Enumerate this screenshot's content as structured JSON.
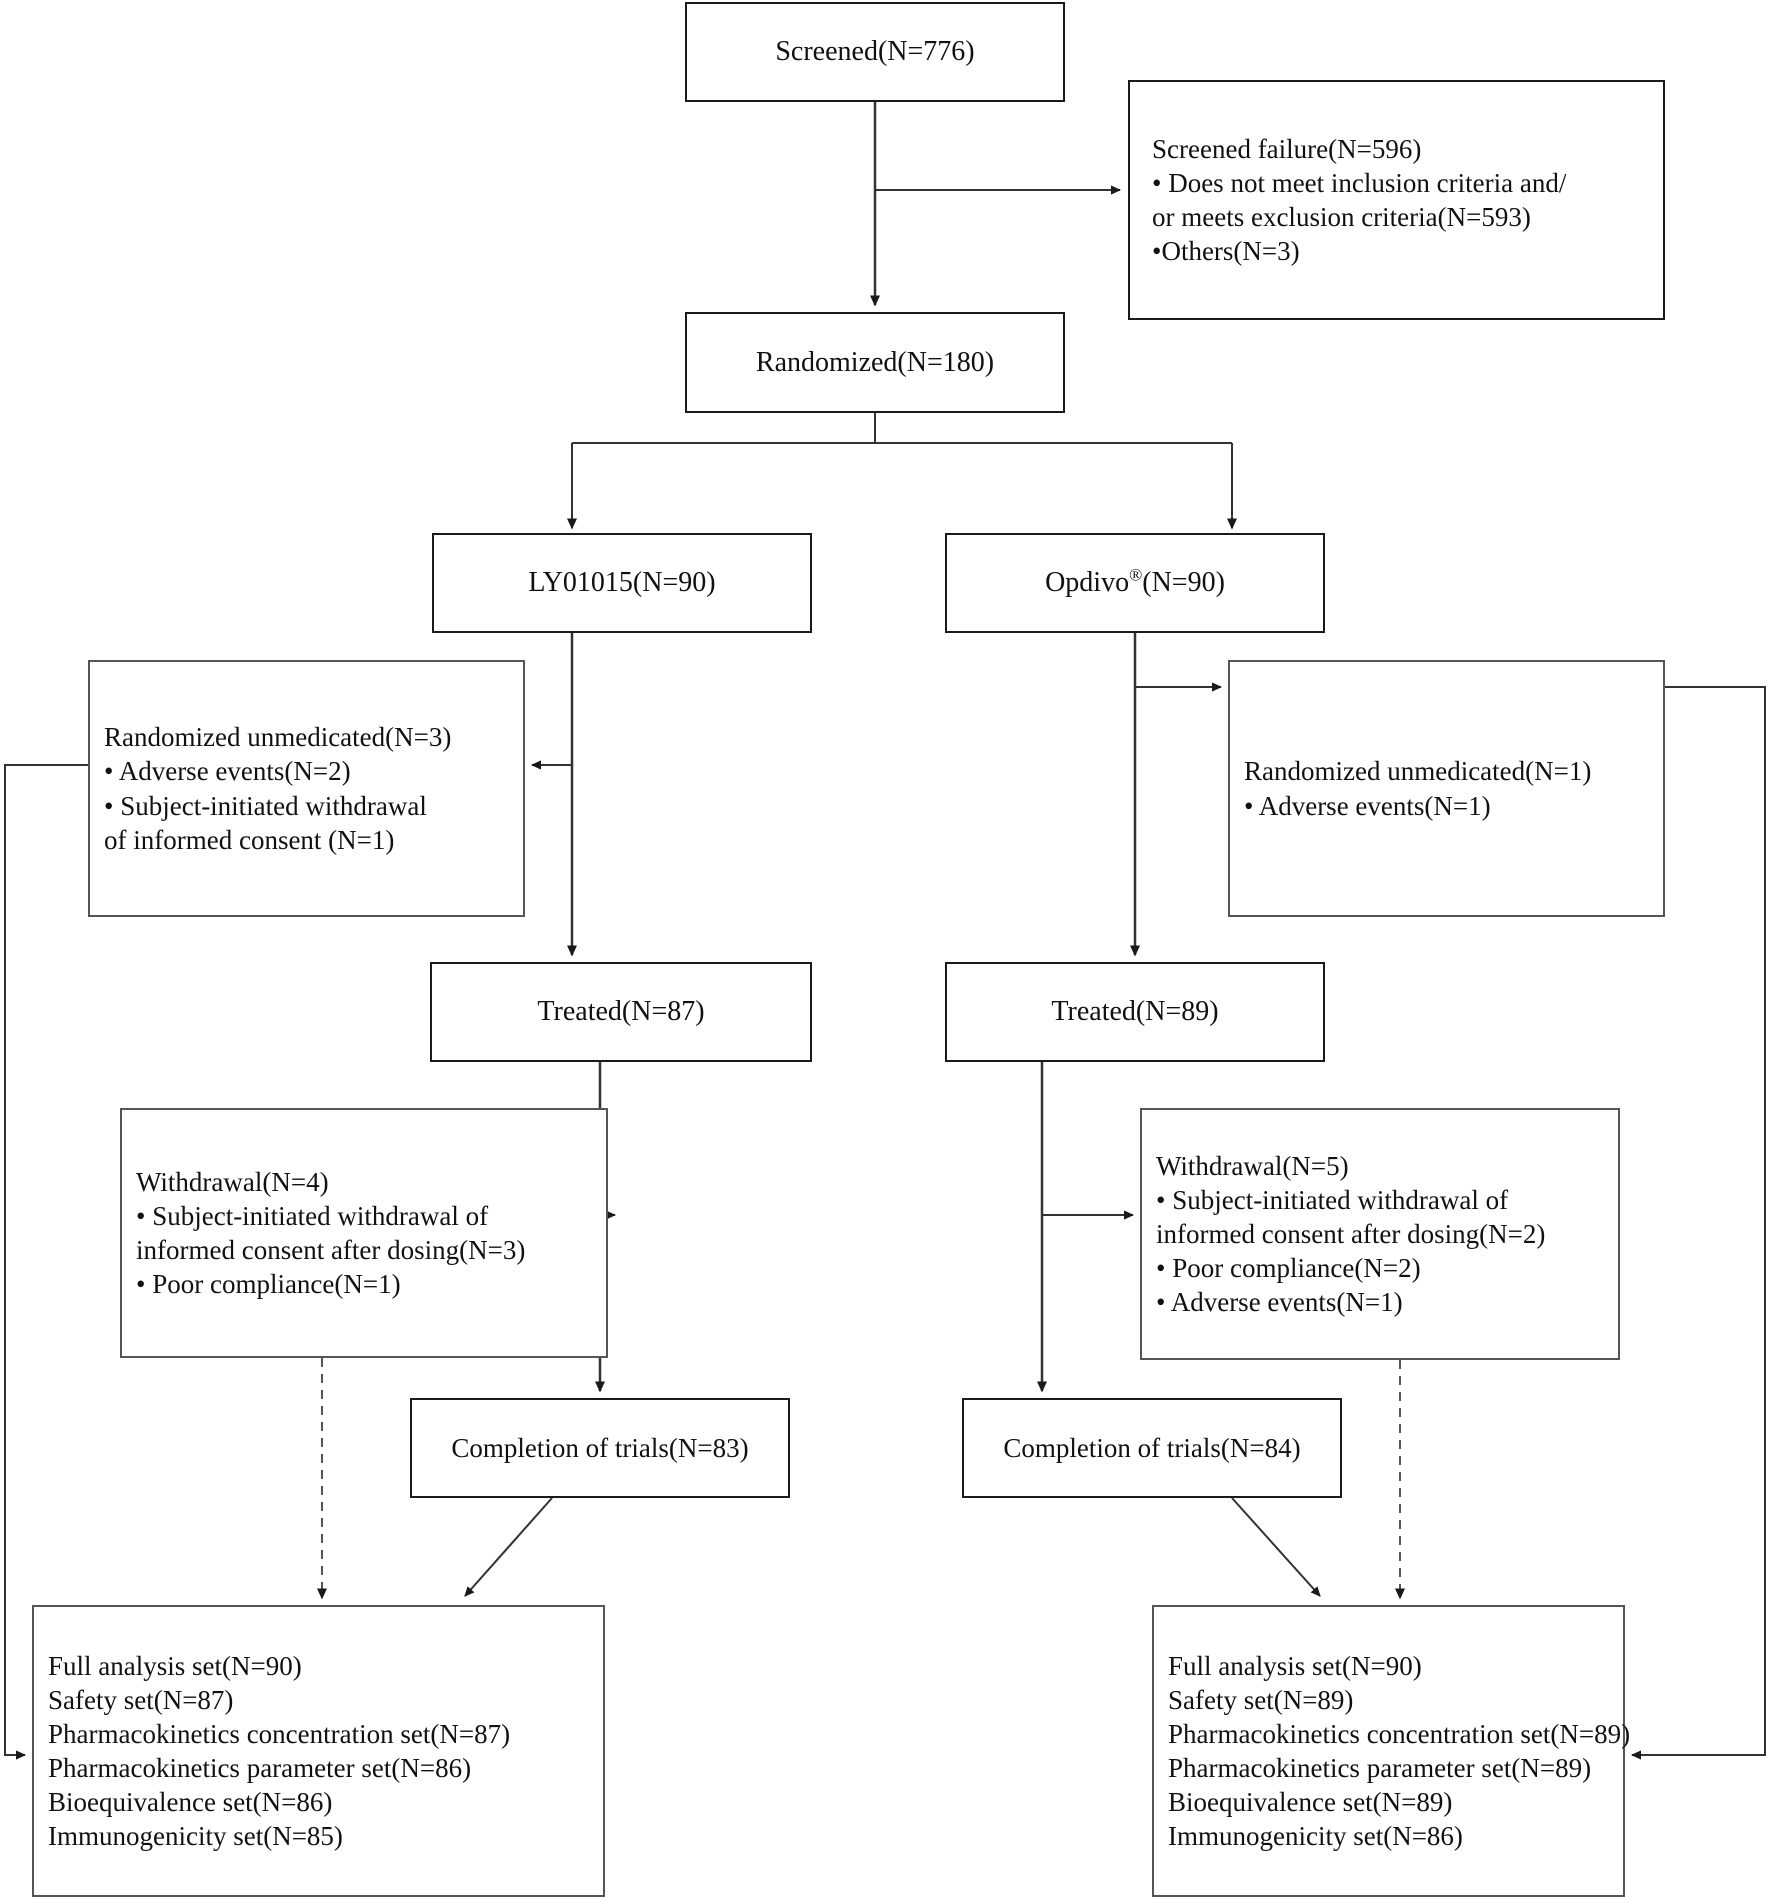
{
  "diagram": {
    "type": "clinical-trial-consort-flow",
    "title": "",
    "nodes": {
      "screened": {
        "label": "Screened(N=776)",
        "n": 776
      },
      "screen_failure": {
        "heading": "Screened failure(N=596)",
        "n": 596,
        "items": [
          "• Does not meet inclusion criteria and/",
          "or meets exclusion criteria(N=593)",
          "•Others(N=3)"
        ]
      },
      "randomized": {
        "label": "Randomized(N=180)",
        "n": 180
      },
      "arm_left": {
        "label": "LY01015(N=90)",
        "n": 90
      },
      "arm_right": {
        "label_pre": "Opdivo",
        "label_sup": "®",
        "label_post": "(N=90)",
        "n": 90
      },
      "unmedicated_left": {
        "heading": "Randomized unmedicated(N=3)",
        "n": 3,
        "items": [
          "• Adverse events(N=2)",
          "• Subject-initiated withdrawal",
          " of informed consent (N=1)"
        ]
      },
      "unmedicated_right": {
        "heading": "Randomized unmedicated(N=1)",
        "n": 1,
        "items": [
          "• Adverse events(N=1)"
        ]
      },
      "treated_left": {
        "label": "Treated(N=87)",
        "n": 87
      },
      "treated_right": {
        "label": "Treated(N=89)",
        "n": 89
      },
      "withdrawal_left": {
        "heading": "Withdrawal(N=4)",
        "n": 4,
        "items": [
          "• Subject-initiated withdrawal of",
          "informed consent after dosing(N=3)",
          "• Poor compliance(N=1)"
        ]
      },
      "withdrawal_right": {
        "heading": "Withdrawal(N=5)",
        "n": 5,
        "items": [
          "• Subject-initiated withdrawal of",
          "informed consent after dosing(N=2)",
          "• Poor compliance(N=2)",
          "• Adverse events(N=1)"
        ]
      },
      "completion_left": {
        "label": "Completion of trials(N=83)",
        "n": 83
      },
      "completion_right": {
        "label": "Completion of trials(N=84)",
        "n": 84
      },
      "analysis_left": {
        "items": [
          "Full analysis set(N=90)",
          "Safety set(N=87)",
          "Pharmacokinetics concentration set(N=87)",
          "Pharmacokinetics parameter set(N=86)",
          "Bioequivalence set(N=86)",
          "Immunogenicity set(N=85)"
        ]
      },
      "analysis_right": {
        "items": [
          "Full analysis set(N=90)",
          "Safety set(N=89)",
          "Pharmacokinetics concentration set(N=89)",
          "Pharmacokinetics parameter set(N=89)",
          "Bioequivalence set(N=89)",
          "Immunogenicity set(N=86)"
        ]
      }
    },
    "colors": {
      "box_border_strong": "#1a1a1a",
      "box_border_thin": "#555555",
      "connector": "#333333",
      "text": "#111111",
      "background": "#ffffff"
    }
  }
}
